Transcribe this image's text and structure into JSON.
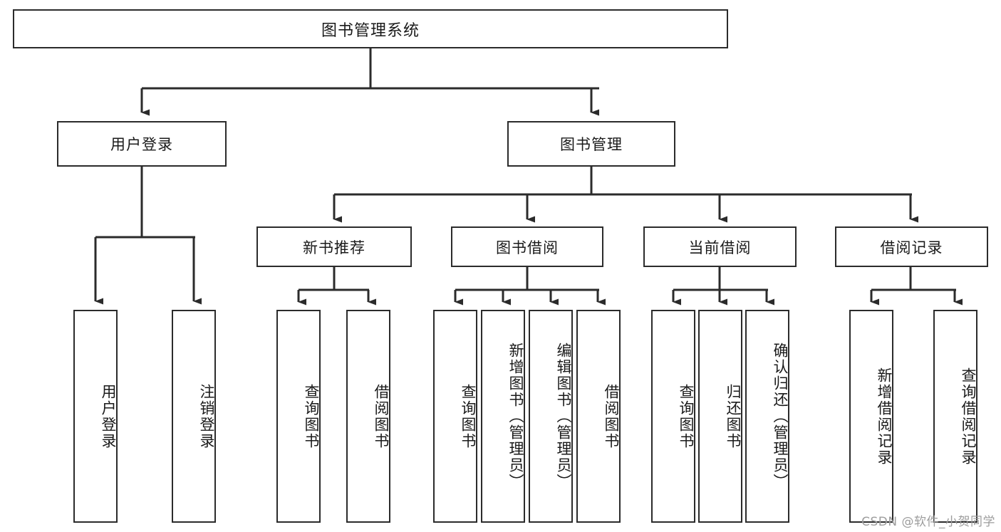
{
  "diagram": {
    "type": "tree-hierarchy",
    "title": "图书管理系统",
    "orientation": "top-down",
    "colors": {
      "background": "#ffffff",
      "node_fill": "#ffffff",
      "node_border": "#2b2b2b",
      "edge": "#2b2b2b",
      "text": "#1a1a1a",
      "watermark": "#9d9d9d"
    }
  },
  "nodes": {
    "root": {
      "label": "图书管理系统",
      "level": 1
    },
    "level2": [
      {
        "id": "user-login",
        "label": "用户登录"
      },
      {
        "id": "book-manage",
        "label": "图书管理"
      }
    ],
    "level3": [
      {
        "id": "new-book-recommend",
        "label": "新书推荐"
      },
      {
        "id": "book-borrow",
        "label": "图书借阅"
      },
      {
        "id": "current-borrow",
        "label": "当前借阅"
      },
      {
        "id": "borrow-record",
        "label": "借阅记录"
      }
    ],
    "leaves": {
      "user-login": [
        {
          "id": "leaf-user-login",
          "label": "用户登录"
        },
        {
          "id": "leaf-logout-login",
          "label": "注销登录"
        }
      ],
      "new-book-recommend": [
        {
          "id": "leaf-query-book-1",
          "label": "查询图书"
        },
        {
          "id": "leaf-borrow-book-1",
          "label": "借阅图书"
        }
      ],
      "book-borrow": [
        {
          "id": "leaf-query-book-2",
          "label": "查询图书"
        },
        {
          "id": "leaf-add-book-admin",
          "label": "新增图书（管理员）"
        },
        {
          "id": "leaf-edit-book-admin",
          "label": "编辑图书（管理员）"
        },
        {
          "id": "leaf-borrow-book-2",
          "label": "借阅图书"
        }
      ],
      "current-borrow": [
        {
          "id": "leaf-query-book-3",
          "label": "查询图书"
        },
        {
          "id": "leaf-return-book",
          "label": "归还图书"
        },
        {
          "id": "leaf-confirm-return-admin",
          "label": "确认归还（管理员）"
        }
      ],
      "borrow-record": [
        {
          "id": "leaf-add-borrow-record",
          "label": "新增借阅记录"
        },
        {
          "id": "leaf-query-borrow-record",
          "label": "查询借阅记录"
        }
      ]
    }
  },
  "watermark": {
    "text": "CSDN @软件_小贺同学"
  }
}
